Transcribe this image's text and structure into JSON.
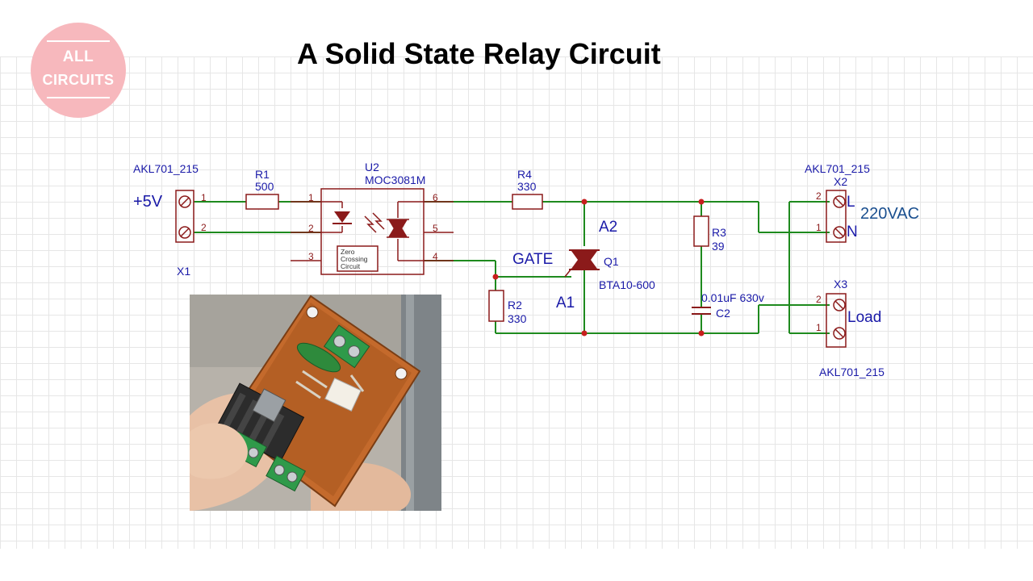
{
  "logo": {
    "line1": "ALL",
    "line2": "CIRCUITS"
  },
  "title": "A Solid State Relay Circuit",
  "schematic": {
    "x1": {
      "part": "AKL701_215",
      "ref": "X1",
      "supply": "+5V",
      "pin1": "1",
      "pin2": "2"
    },
    "r1": {
      "ref": "R1",
      "value": "500"
    },
    "u2": {
      "ref": "U2",
      "part": "MOC3081M",
      "pins": [
        "1",
        "2",
        "3",
        "6",
        "5",
        "4"
      ],
      "zc_lines": [
        "Zero",
        "Crossing",
        "Circuit"
      ]
    },
    "r4": {
      "ref": "R4",
      "value": "330"
    },
    "r2": {
      "ref": "R2",
      "value": "330"
    },
    "gate_label": "GATE",
    "q1": {
      "ref": "Q1",
      "part": "BTA10-600",
      "a2": "A2",
      "a1": "A1"
    },
    "r3": {
      "ref": "R3",
      "value": "39"
    },
    "c2": {
      "ref": "C2",
      "value": "0.01uF 630v"
    },
    "x2": {
      "part": "AKL701_215",
      "ref": "X2",
      "pin2": "2",
      "pin1": "1",
      "l": "L",
      "n": "N",
      "voltage": "220VAC"
    },
    "x3": {
      "part": "AKL701_215",
      "ref": "X3",
      "pin2": "2",
      "pin1": "1",
      "load": "Load"
    }
  },
  "colors": {
    "wire": "#1e8a1e",
    "component": "#8b1a1a",
    "label": "#1a1aa8",
    "junction": "#c81e1e",
    "text": "#333333",
    "voltage": "#1a4f8f",
    "logo": "#f7b8bd"
  }
}
